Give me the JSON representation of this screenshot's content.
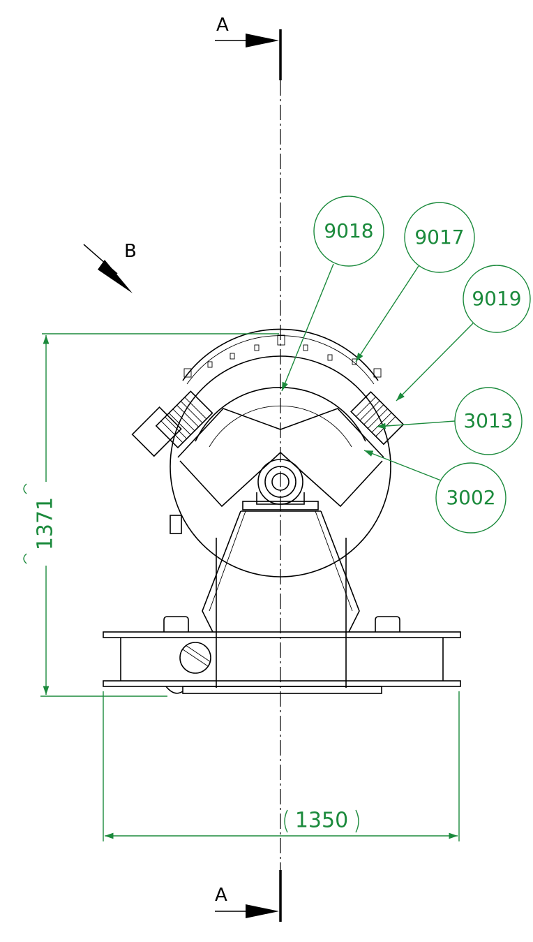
{
  "section_marks": {
    "top": "A",
    "bottom": "A",
    "view": "B"
  },
  "dimensions": {
    "height": "1371",
    "width": "1350"
  },
  "balloons": [
    {
      "id": "balloon-9018",
      "label": "9018"
    },
    {
      "id": "balloon-9017",
      "label": "9017"
    },
    {
      "id": "balloon-9019",
      "label": "9019"
    },
    {
      "id": "balloon-3013",
      "label": "3013"
    },
    {
      "id": "balloon-3002",
      "label": "3002"
    }
  ],
  "colors": {
    "annotation": "#1b8a3c",
    "geometry": "#000000"
  }
}
